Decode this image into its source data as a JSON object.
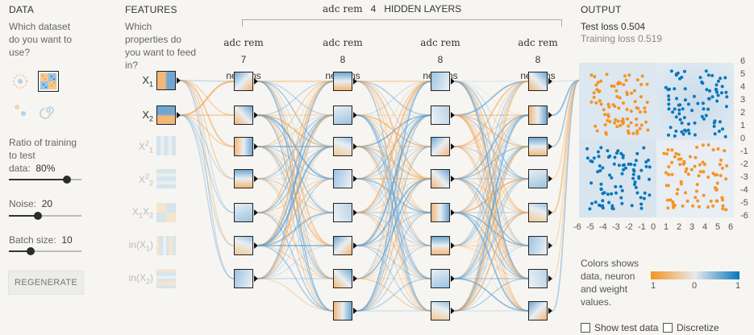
{
  "data_panel": {
    "title": "DATA",
    "question": [
      "Which dataset",
      "do you want to",
      "use?"
    ],
    "datasets": [
      {
        "name": "circle-dataset",
        "selected": false
      },
      {
        "name": "xor-dataset",
        "selected": true
      },
      {
        "name": "gaussian-dataset",
        "selected": false
      },
      {
        "name": "spiral-dataset",
        "selected": false
      }
    ],
    "ratio_label": [
      "Ratio of training",
      "to test",
      "data:"
    ],
    "ratio_value": "80%",
    "ratio_fraction": 0.8,
    "noise_label": "Noise:",
    "noise_value": "20",
    "noise_fraction": 0.4,
    "batch_label": "Batch size:",
    "batch_value": "10",
    "batch_fraction": 0.3,
    "regenerate": "REGENERATE"
  },
  "features_panel": {
    "title": "FEATURES",
    "question": [
      "Which",
      "properties do",
      "you want to feed",
      "in?"
    ],
    "features": [
      {
        "label": "X",
        "sub": "1",
        "sup": "",
        "active": true
      },
      {
        "label": "X",
        "sub": "2",
        "sup": "",
        "active": true
      },
      {
        "label": "X",
        "sub": "1",
        "sup": "2",
        "active": false
      },
      {
        "label": "X",
        "sub": "2",
        "sup": "2",
        "active": false
      },
      {
        "label": "X",
        "sub": "1",
        "sup": "",
        "extra": "X",
        "extra_sub": "2",
        "active": false
      },
      {
        "label": "in(X",
        "sub": "1",
        "close": ")",
        "active": false
      },
      {
        "label": "in(X",
        "sub": "2",
        "close": ")",
        "active": false
      }
    ]
  },
  "hidden": {
    "buttons": "adc rem",
    "count": "4",
    "title": "HIDDEN LAYERS",
    "neurons_word": "neurons",
    "layers": [
      {
        "count": "7"
      },
      {
        "count": "8"
      },
      {
        "count": "8"
      },
      {
        "count": "8"
      }
    ]
  },
  "output": {
    "title": "OUTPUT",
    "test_loss_label": "Test loss",
    "test_loss": "0.504",
    "train_loss_label": "Training loss",
    "train_loss": "0.519",
    "x_ticks": [
      "-6",
      "-5",
      "-4",
      "-3",
      "-2",
      "-1",
      "0",
      "1",
      "2",
      "3",
      "4",
      "5",
      "6"
    ],
    "y_ticks": [
      "6",
      "5",
      "4",
      "3",
      "2",
      "1",
      "0",
      "-1",
      "-2",
      "-3",
      "-4",
      "-5",
      "-6"
    ],
    "legend_text": [
      "Colors shows",
      "data, neuron",
      "and weight",
      "values."
    ],
    "legend_ticks": [
      "1",
      "0",
      "1"
    ],
    "show_test": "Show test data",
    "discretize": "Discretize"
  },
  "colors": {
    "orange": "#f59322",
    "blue": "#0877bd",
    "bg": "#f6f5f1"
  }
}
